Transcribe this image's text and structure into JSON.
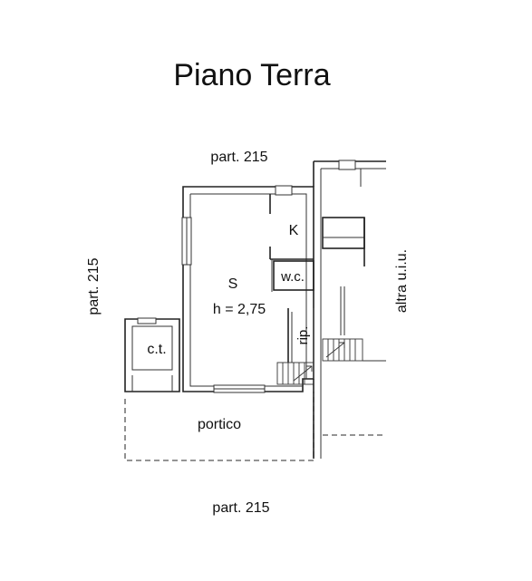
{
  "title": "Piano  Terra",
  "labels": {
    "top_boundary": "part. 215",
    "left_boundary": "part. 215",
    "bottom_boundary": "part. 215",
    "right_neighbor": "altra  u.i.u.",
    "room_s": "S",
    "room_height": "h = 2,75",
    "room_k": "K",
    "room_wc": "w.c.",
    "room_rip": "rip.",
    "room_ct": "c.t.",
    "porch": "portico"
  }
}
